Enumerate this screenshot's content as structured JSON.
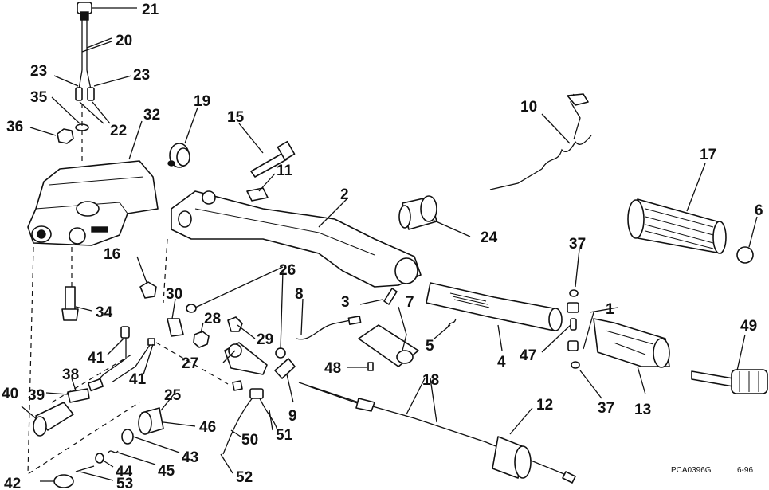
{
  "callouts": {
    "c1": "1",
    "c2": "2",
    "c3": "3",
    "c4": "4",
    "c5": "5",
    "c6": "6",
    "c7": "7",
    "c8": "8",
    "c9": "9",
    "c10": "10",
    "c11": "11",
    "c12": "12",
    "c13": "13",
    "c15": "15",
    "c16": "16",
    "c17": "17",
    "c18": "18",
    "c19": "19",
    "c20": "20",
    "c21": "21",
    "c22": "22",
    "c23a": "23",
    "c23b": "23",
    "c24": "24",
    "c25": "25",
    "c26": "26",
    "c27": "27",
    "c28": "28",
    "c29": "29",
    "c30": "30",
    "c32": "32",
    "c34": "34",
    "c35": "35",
    "c36": "36",
    "c37a": "37",
    "c37b": "37",
    "c38": "38",
    "c39": "39",
    "c40": "40",
    "c41a": "41",
    "c41b": "41",
    "c42": "42",
    "c43": "43",
    "c44": "44",
    "c45": "45",
    "c46": "46",
    "c47": "47",
    "c48": "48",
    "c49": "49",
    "c50": "50",
    "c51": "51",
    "c52": "52",
    "c53": "53"
  },
  "footer": {
    "figure_code": "PCA0396G",
    "date_code": "6-96"
  }
}
